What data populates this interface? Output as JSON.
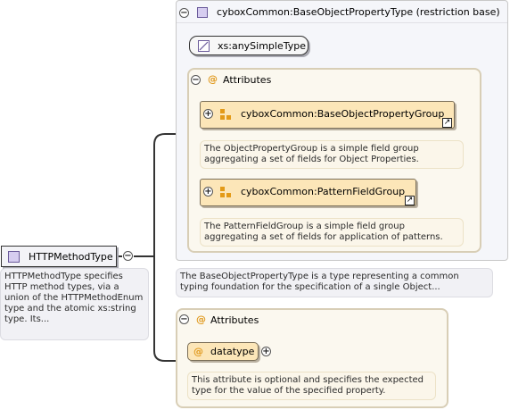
{
  "root": {
    "name": "HTTPMethodType",
    "doc": "HTTPMethodType specifies HTTP method types, via a union of the HTTPMethodEnum type and the atomic xs:string type. Its..."
  },
  "base_type": {
    "title": "cyboxCommon:BaseObjectPropertyType (restriction base)",
    "simple_base": "xs:anySimpleType",
    "attributes_label": "Attributes",
    "groups": [
      {
        "name": "cyboxCommon:BaseObjectPropertyGroup",
        "doc": "The ObjectPropertyGroup is a simple field group aggregating a set of fields for Object Properties."
      },
      {
        "name": "cyboxCommon:PatternFieldGroup",
        "doc": "The PatternFieldGroup is a simple field group aggregating a set of fields for application of patterns."
      }
    ],
    "doc": "The BaseObjectPropertyType is a type representing a common typing foundation for the specification of a single Object..."
  },
  "own_attributes": {
    "label": "Attributes",
    "attribute": {
      "name": "datatype",
      "doc": "This attribute is optional and specifies the expected type for the value of the specified property."
    }
  },
  "symbols": {
    "collapse": "−",
    "expand": "+",
    "at": "@",
    "external": "↗"
  },
  "colors": {
    "group_fill": "#fce6b8",
    "complex_type": "#d6cdf0",
    "attribute_frame": "#d8ceb6",
    "at_symbol": "#e19b21"
  }
}
